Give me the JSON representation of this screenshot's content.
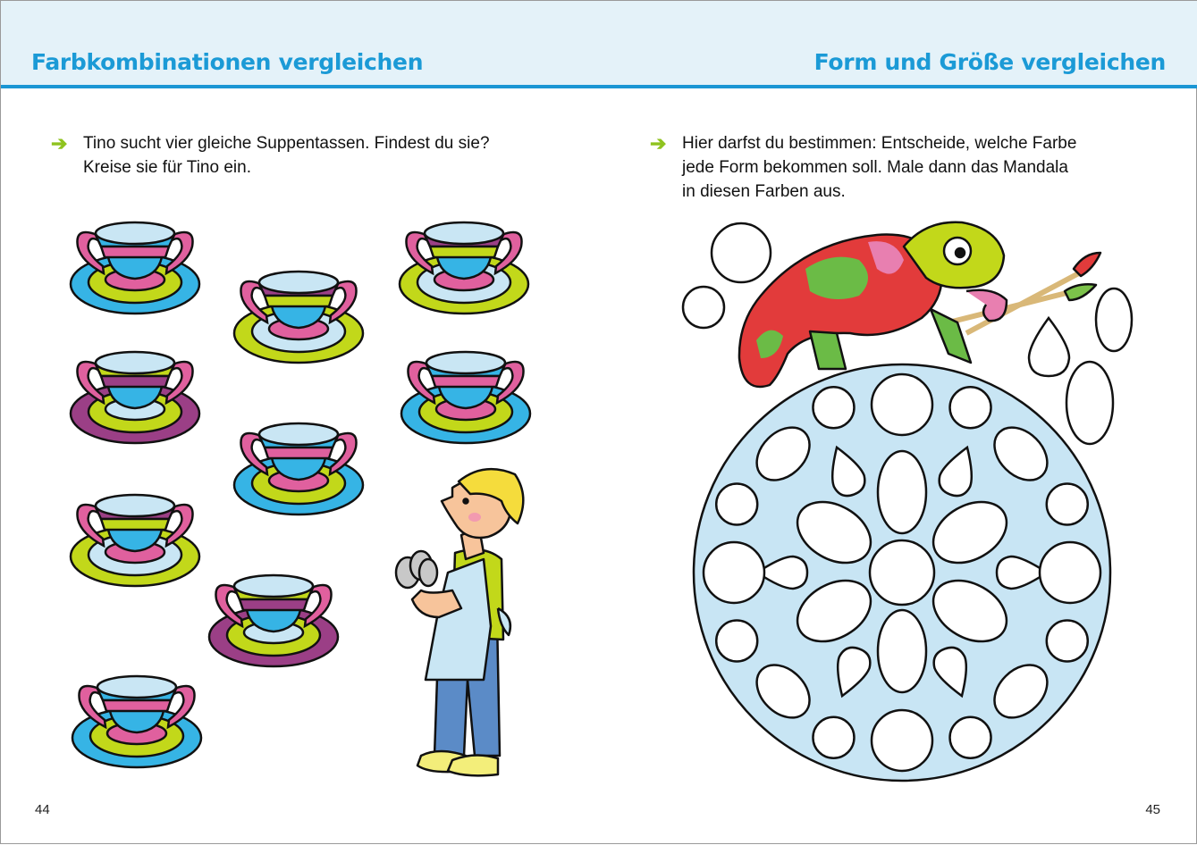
{
  "left_page": {
    "title": "Farbkombinationen vergleichen",
    "instruction_line1": "Tino sucht vier gleiche Suppentassen. Findest du sie?",
    "instruction_line2": "Kreise sie für Tino ein.",
    "page_number": "44",
    "arrow_icon": "arrow-right-icon"
  },
  "right_page": {
    "title": "Form und Größe vergleichen",
    "instruction_line1": "Hier darfst du bestimmen: Entscheide, welche Farbe",
    "instruction_line2": "jede Form bekommen soll. Male dann das Mandala",
    "instruction_line3": "in diesen Farben aus.",
    "page_number": "45"
  },
  "colors": {
    "accent": "#1b9ad6",
    "header_band": "#e4f2f9",
    "arrow": "#8fc31f",
    "blue": "#36b4e5",
    "pink": "#e0609e",
    "lime": "#c2d81a",
    "purple": "#9b3f86",
    "light_blue": "#c9e6f4",
    "mandala_fill": "#c8e5f4"
  },
  "cup_types": {
    "A": {
      "stripes": [
        "blue",
        "pink",
        "blue"
      ],
      "saucer": [
        "blue",
        "lime",
        "pink"
      ]
    },
    "B": {
      "stripes": [
        "purple",
        "lime",
        "blue"
      ],
      "saucer": [
        "lime",
        "light_blue",
        "pink"
      ]
    },
    "C": {
      "stripes": [
        "lime",
        "purple",
        "blue"
      ],
      "saucer": [
        "purple",
        "lime",
        "light_blue"
      ]
    }
  },
  "cups": [
    "A",
    "B",
    "B",
    "C",
    "A",
    "A",
    "B",
    "C",
    "A"
  ]
}
